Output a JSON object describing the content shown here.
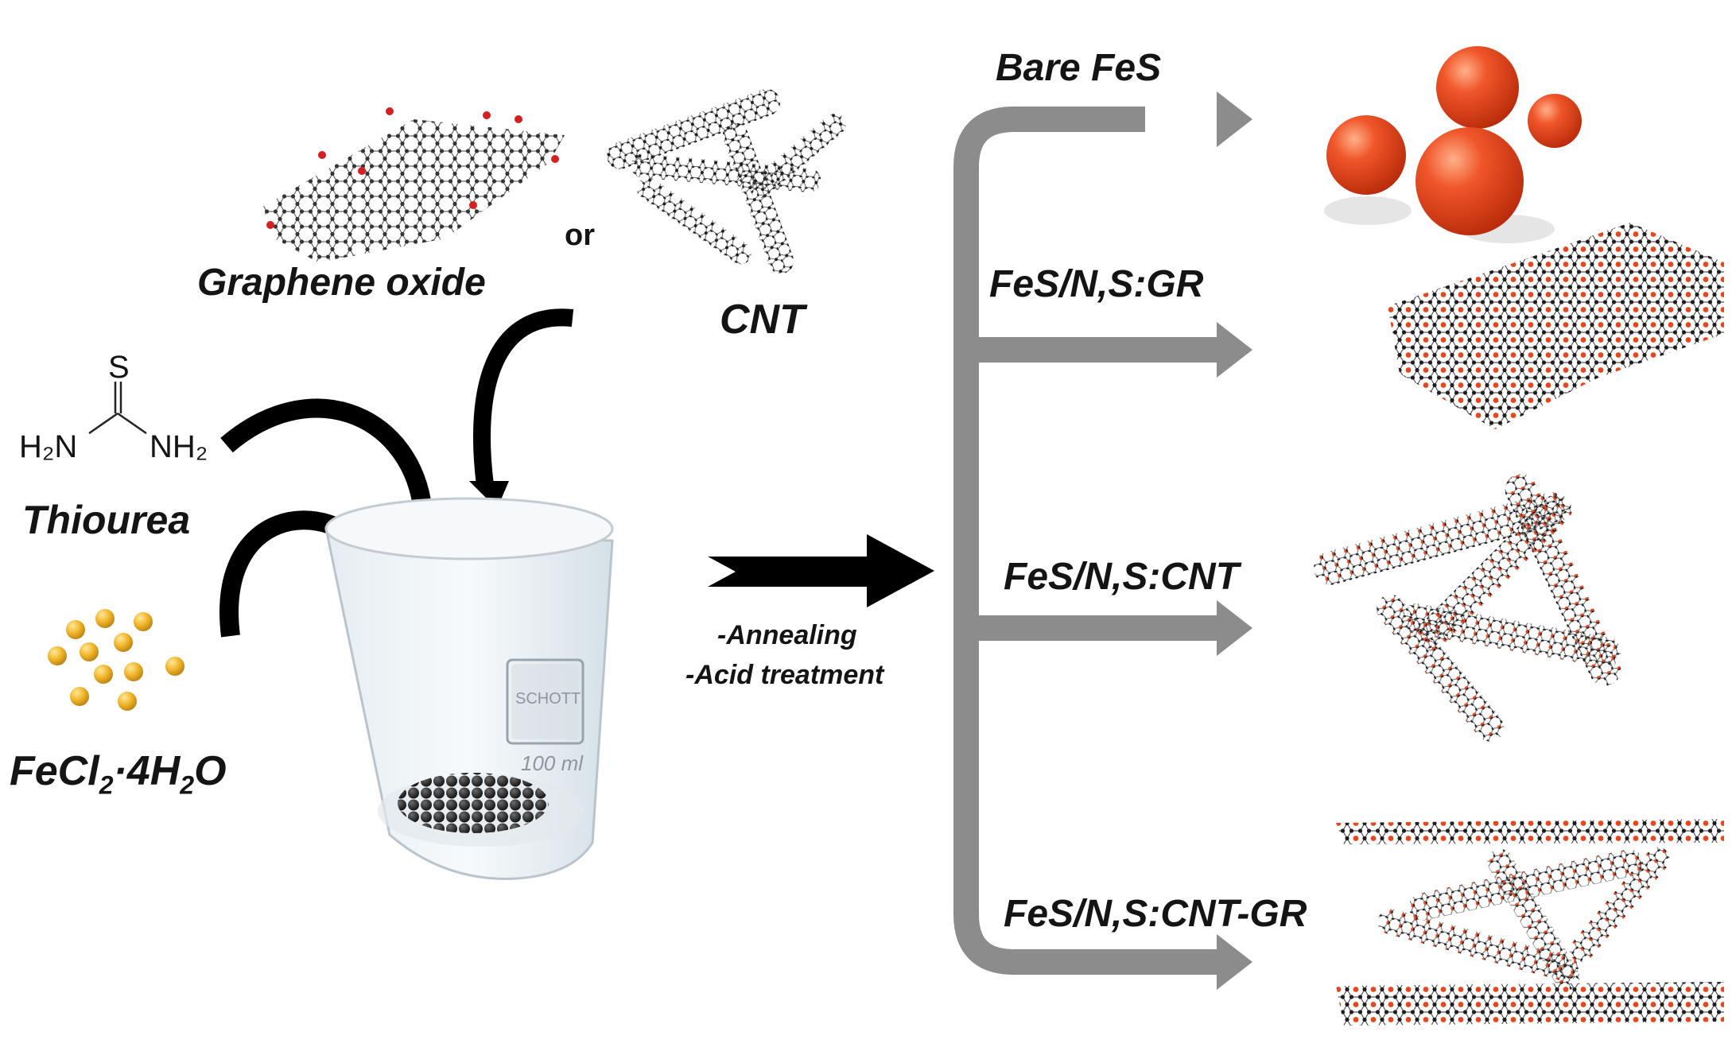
{
  "labels": {
    "graphene_oxide": "Graphene oxide",
    "or": "or",
    "cnt": "CNT",
    "thiourea": "Thiourea",
    "fecl2_main": "FeCl",
    "fecl2_sub1": "2",
    "fecl2_mid": "·4H",
    "fecl2_sub2": "2",
    "fecl2_end": "O",
    "thiourea_s": "S",
    "thiourea_h2n": "H₂N",
    "thiourea_nh2": "NH₂",
    "beaker_brand": "SCHOTT",
    "beaker_volume": "100 ml",
    "step1": "-Annealing",
    "step2": "-Acid treatment"
  },
  "products": [
    {
      "label": "Bare FeS"
    },
    {
      "label": "FeS/N,S:GR"
    },
    {
      "label": "FeS/N,S:CNT"
    },
    {
      "label": "FeS/N,S:CNT-GR"
    }
  ],
  "colors": {
    "fes_orange": "#e8461c",
    "gray_arrow": "#8c8c8c",
    "black_arrow": "#000000",
    "fecl2_yellow": "#f0b428",
    "carbon": "#1e1e1e",
    "oxygen_red": "#d42020"
  }
}
